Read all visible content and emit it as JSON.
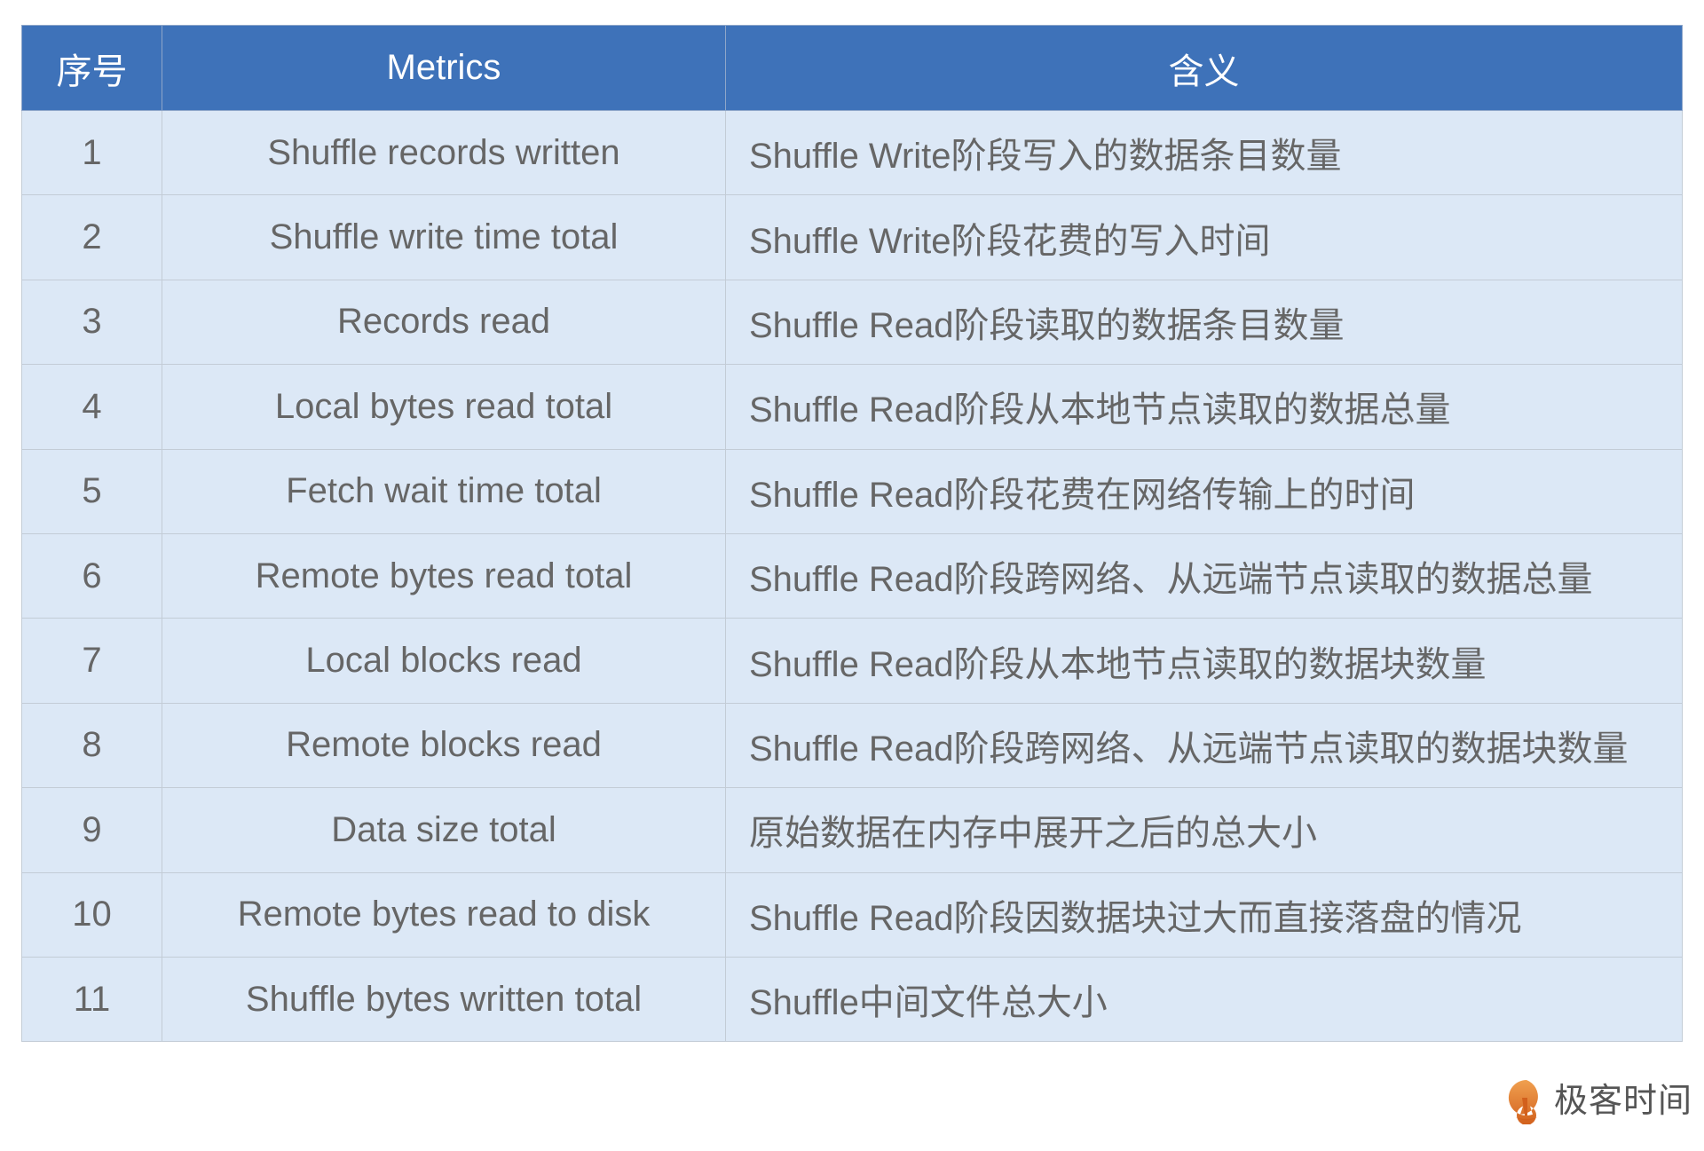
{
  "table": {
    "headers": {
      "no": "序号",
      "metric": "Metrics",
      "desc": "含义"
    },
    "rows": [
      {
        "no": "1",
        "metric": "Shuffle records written",
        "desc": "Shuffle Write阶段写入的数据条目数量"
      },
      {
        "no": "2",
        "metric": "Shuffle write time total",
        "desc": "Shuffle Write阶段花费的写入时间"
      },
      {
        "no": "3",
        "metric": "Records read",
        "desc": "Shuffle Read阶段读取的数据条目数量"
      },
      {
        "no": "4",
        "metric": "Local bytes read total",
        "desc": "Shuffle Read阶段从本地节点读取的数据总量"
      },
      {
        "no": "5",
        "metric": "Fetch wait time total",
        "desc": "Shuffle Read阶段花费在网络传输上的时间"
      },
      {
        "no": "6",
        "metric": "Remote bytes read total",
        "desc": "Shuffle Read阶段跨网络、从远端节点读取的数据总量"
      },
      {
        "no": "7",
        "metric": "Local blocks read",
        "desc": "Shuffle Read阶段从本地节点读取的数据块数量"
      },
      {
        "no": "8",
        "metric": "Remote blocks read",
        "desc": "Shuffle Read阶段跨网络、从远端节点读取的数据块数量"
      },
      {
        "no": "9",
        "metric": "Data size total",
        "desc": "原始数据在内存中展开之后的总大小"
      },
      {
        "no": "10",
        "metric": "Remote bytes read to disk",
        "desc": "Shuffle Read阶段因数据块过大而直接落盘的情况"
      },
      {
        "no": "11",
        "metric": "Shuffle bytes written total",
        "desc": "Shuffle中间文件总大小"
      }
    ]
  },
  "logo": {
    "icon": "geektime-logo-icon",
    "text": "极客时间"
  },
  "colors": {
    "header_bg": "#3e72b9",
    "header_text": "#ffffff",
    "row_bg": "#dce8f6",
    "row_text": "#666666",
    "border": "#c3ccd6",
    "logo_orange": "#e07a2c",
    "logo_text": "#555555"
  }
}
